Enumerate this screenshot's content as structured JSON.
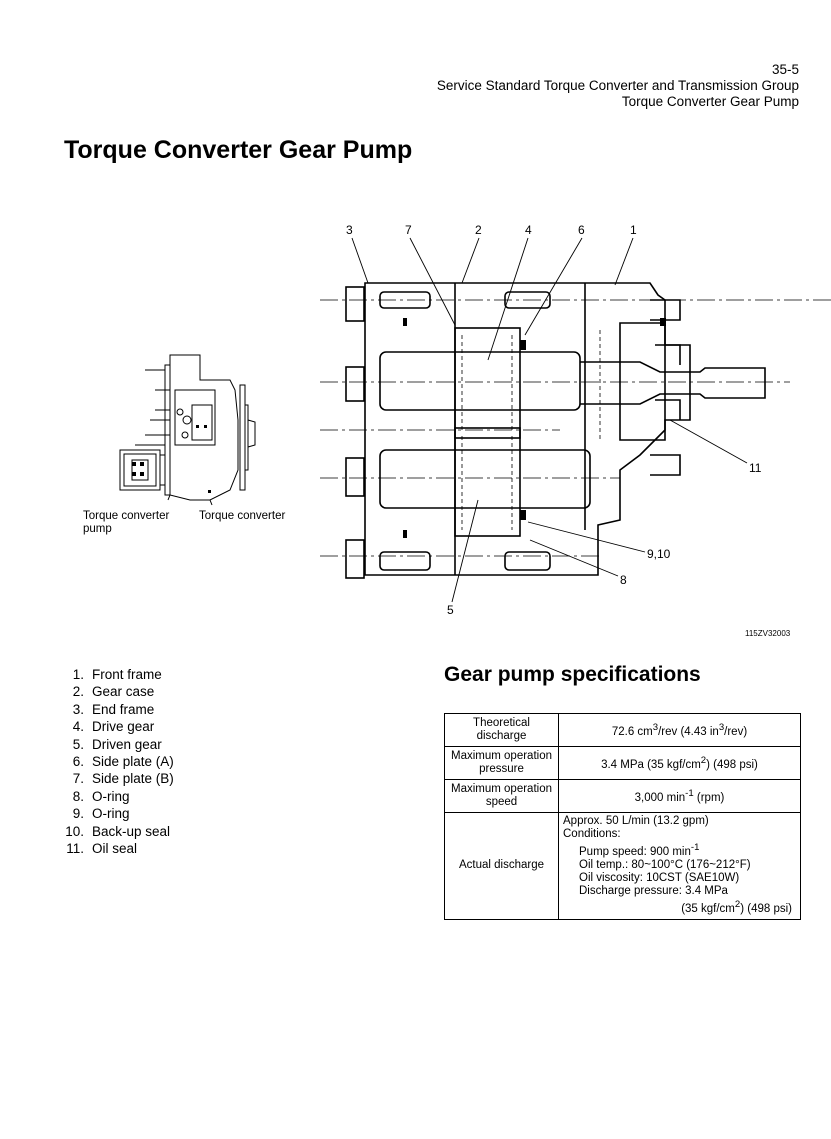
{
  "header": {
    "page_number": "35-5",
    "section": "Service Standard Torque Converter and Transmission Group",
    "subsection": "Torque Converter Gear Pump"
  },
  "title": "Torque Converter Gear Pump",
  "figure": {
    "callouts": [
      "3",
      "7",
      "2",
      "4",
      "6",
      "1",
      "11",
      "9,10",
      "8",
      "5"
    ],
    "caption_pump_line1": "Torque converter",
    "caption_pump_line2": "pump",
    "caption_converter": "Torque converter",
    "ref_code": "115ZV32003"
  },
  "parts": [
    {
      "num": "1.",
      "name": "Front frame"
    },
    {
      "num": "2.",
      "name": "Gear case"
    },
    {
      "num": "3.",
      "name": "End frame"
    },
    {
      "num": "4.",
      "name": "Drive gear"
    },
    {
      "num": "5.",
      "name": "Driven gear"
    },
    {
      "num": "6.",
      "name": "Side plate (A)"
    },
    {
      "num": "7.",
      "name": "Side plate (B)"
    },
    {
      "num": "8.",
      "name": "O-ring"
    },
    {
      "num": "9.",
      "name": "O-ring"
    },
    {
      "num": "10.",
      "name": "Back-up seal"
    },
    {
      "num": "11.",
      "name": "Oil seal"
    }
  ],
  "specs": {
    "heading": "Gear pump specifications",
    "theoretical_label_1": "Theoretical",
    "theoretical_label_2": "discharge",
    "theoretical_value_a": "72.6 cm",
    "theoretical_value_sup1": "3",
    "theoretical_value_b": "/rev (4.43 in",
    "theoretical_value_sup2": "3",
    "theoretical_value_c": "/rev)",
    "max_pressure_label_1": "Maximum operation",
    "max_pressure_label_2": "pressure",
    "max_pressure_value_a": "3.4 MPa (35 kgf/cm",
    "max_pressure_value_sup": "2",
    "max_pressure_value_b": ") (498 psi)",
    "max_speed_label_1": "Maximum operation",
    "max_speed_label_2": "speed",
    "max_speed_value_a": "3,000 min",
    "max_speed_value_sup": "-1",
    "max_speed_value_b": " (rpm)",
    "actual_label": "Actual discharge",
    "actual_line1": "Approx. 50 L/min (13.2 gpm)",
    "actual_line2": "Conditions:",
    "actual_pump_speed_a": "Pump speed: 900 min",
    "actual_pump_speed_sup": "-1",
    "actual_oil_temp": "Oil temp.: 80~100°C (176~212°F)",
    "actual_oil_viscosity": "Oil viscosity: 10CST (SAE10W)",
    "actual_discharge_pressure": "Discharge pressure: 3.4 MPa",
    "actual_discharge_pressure_b": "(35 kgf/cm",
    "actual_discharge_pressure_sup": "2",
    "actual_discharge_pressure_c": ") (498 psi)"
  }
}
